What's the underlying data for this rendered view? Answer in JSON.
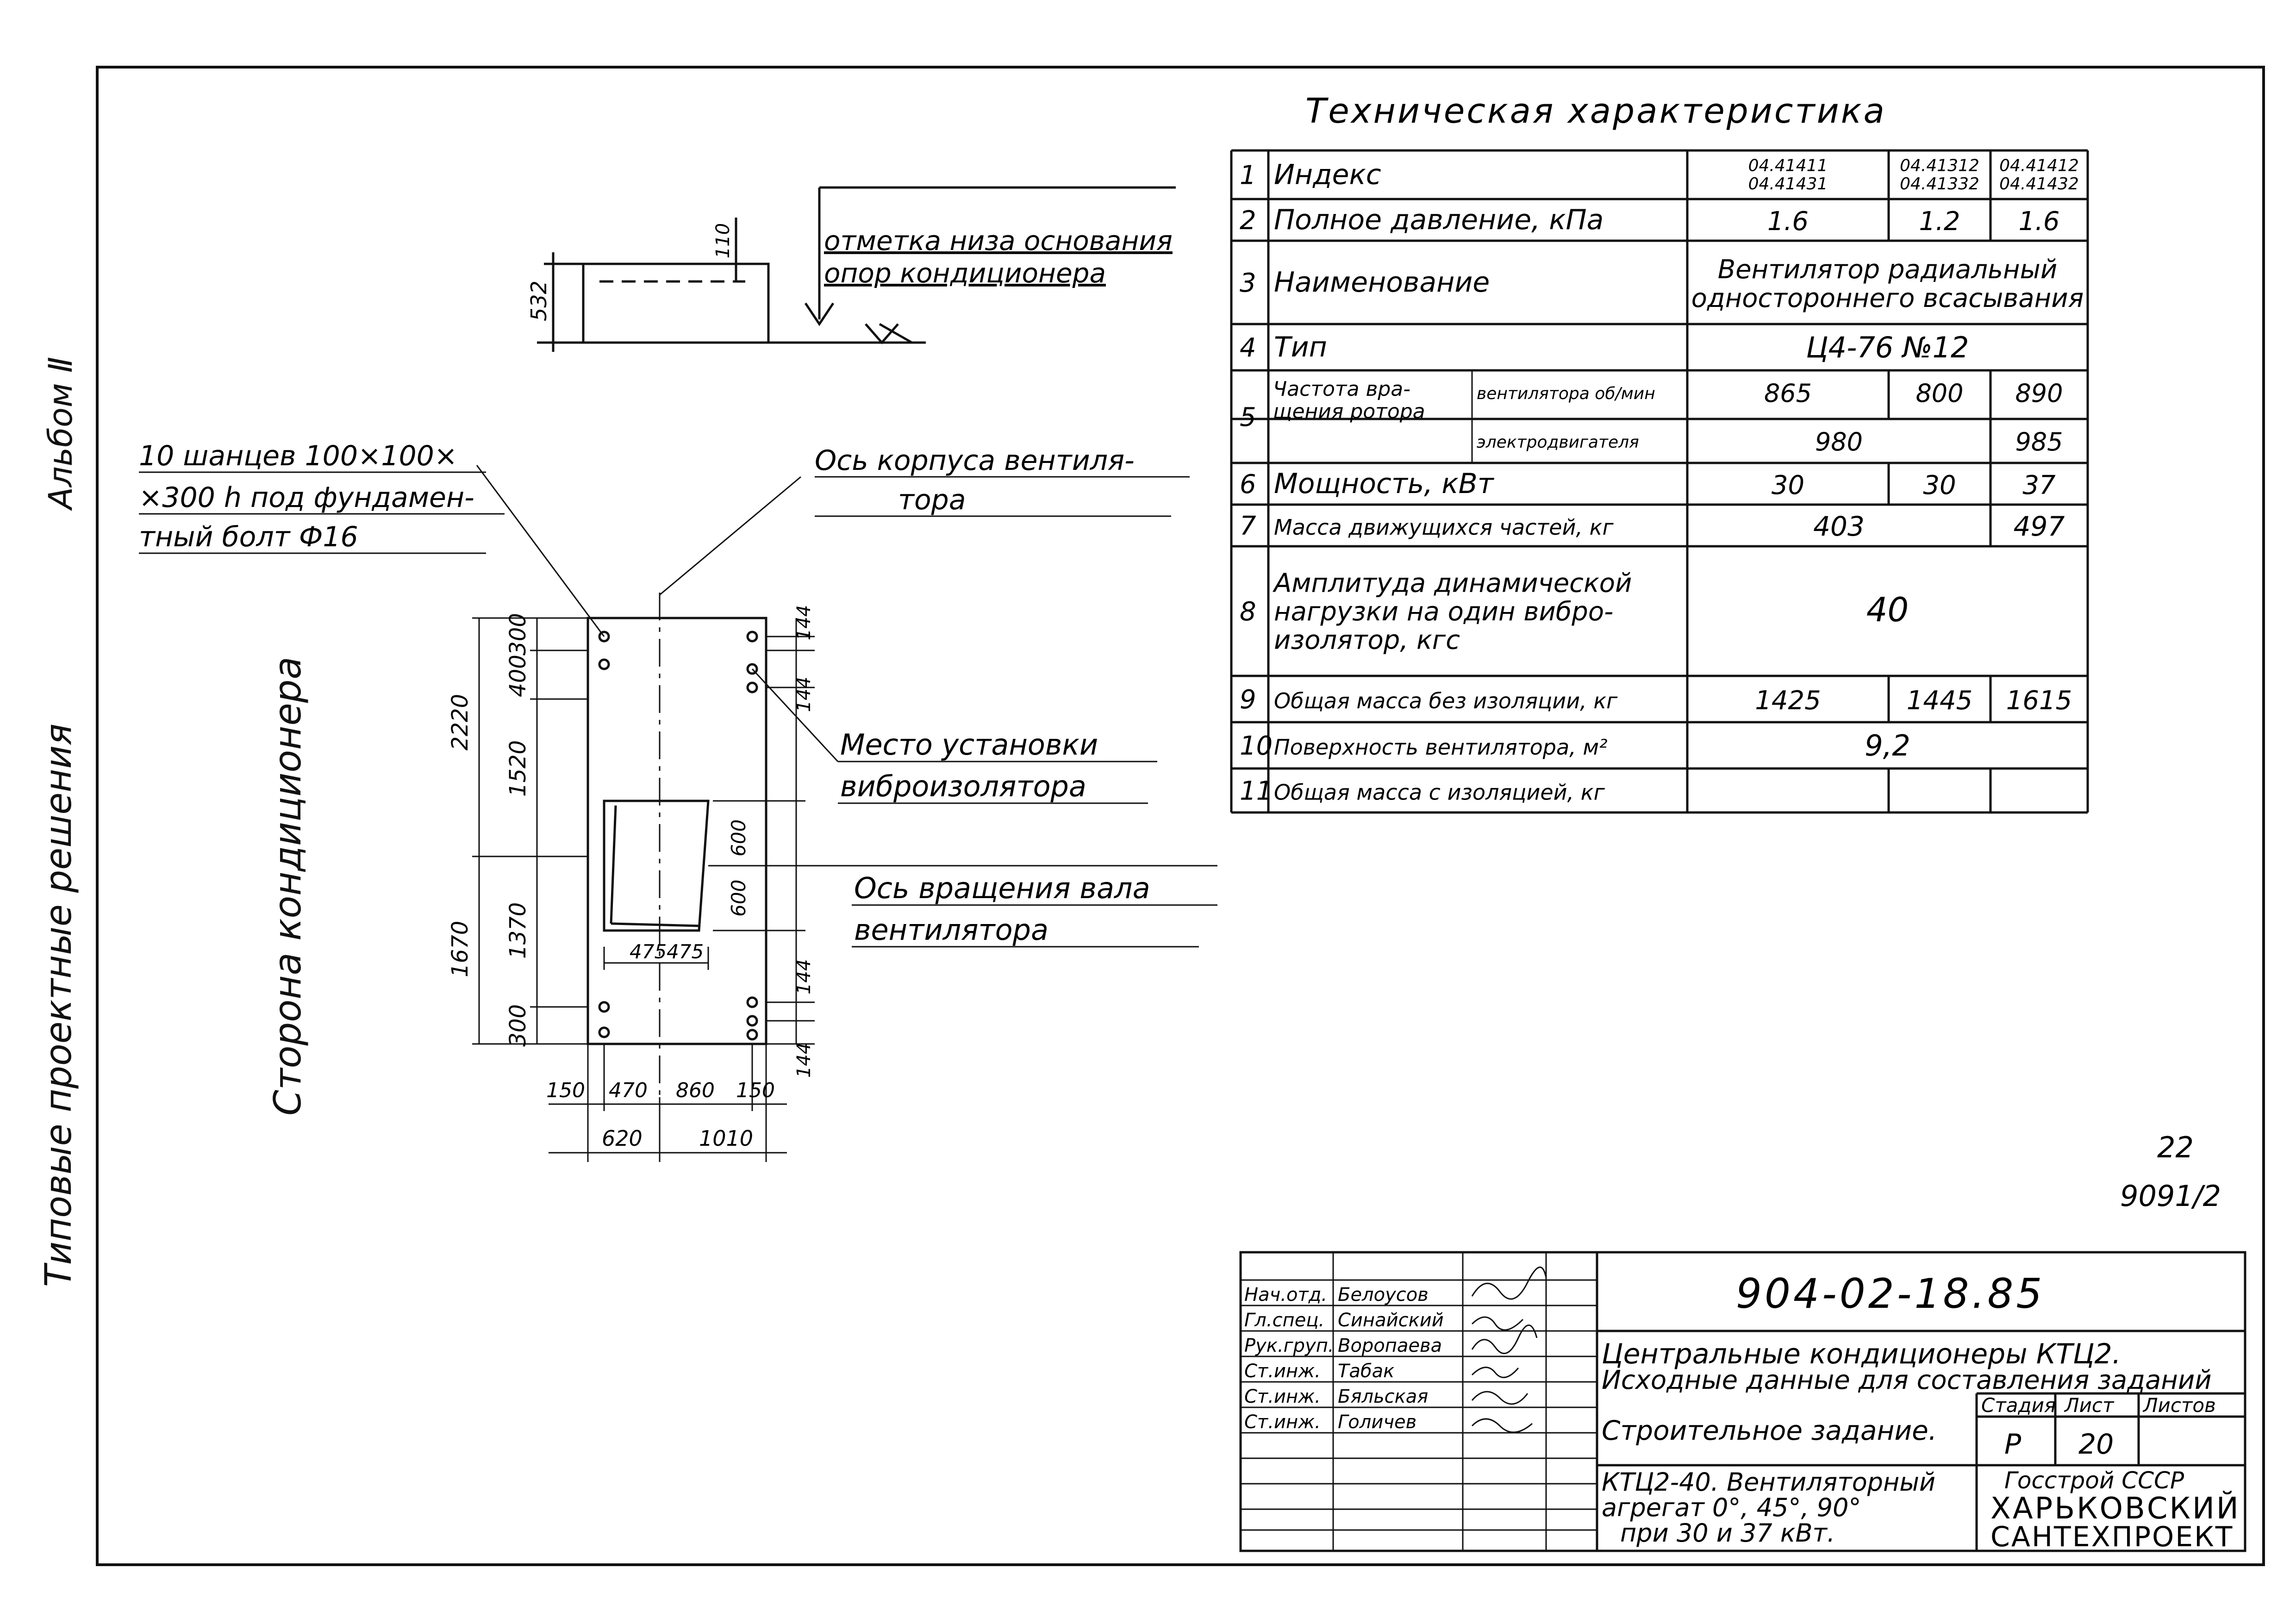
{
  "margins": {
    "album": "Альбом Ⅱ",
    "typical": "Типовые проектные решения"
  },
  "side_label": "Сторона кондиционера",
  "elevation": {
    "note_line1": "отметка низа основания",
    "note_line2": "опор кондиционера",
    "dim_height": "532",
    "dim_top": "110"
  },
  "plan": {
    "callout_anchors": [
      "10 шанцев  100×100×",
      "×300 h под фундамен-",
      "тный болт Ф16"
    ],
    "callout_axis": [
      "Ось корпуса вентиля-",
      "тора"
    ],
    "callout_isolator": [
      "Место установки",
      "виброизолятора"
    ],
    "callout_shaft": [
      "Ось вращения вала",
      "вентилятора"
    ],
    "dims_left_outer": [
      "2220",
      "1670"
    ],
    "dims_left_inner": [
      "300",
      "400",
      "1520",
      "1370",
      "300"
    ],
    "dims_right": [
      "144",
      "144",
      "600",
      "600",
      "144",
      "144"
    ],
    "dims_bottom_row1": [
      "150",
      "470",
      "860",
      "150"
    ],
    "dims_bottom_row2": [
      "620",
      "1010"
    ],
    "dims_inner": [
      "475",
      "475"
    ]
  },
  "spec": {
    "title": "Техническая характеристика",
    "rows": [
      {
        "n": "1",
        "label": "Индекс",
        "c1": "04.41411\n04.41431",
        "c2": "04.41312\n04.41332",
        "c3": "04.41412\n04.41432"
      },
      {
        "n": "2",
        "label": "Полное давление, кПа",
        "c1": "1.6",
        "c2": "1.2",
        "c3": "1.6"
      },
      {
        "n": "3",
        "label": "Наименование",
        "span": "Вентилятор радиальный\nодностороннего всасывания"
      },
      {
        "n": "4",
        "label": "Тип",
        "span": "Ц4-76  №12"
      },
      {
        "n": "5",
        "label": "Частота вра-\nщения ротора",
        "sub1": "вентилятора об/мин",
        "sub2": "электродвигателя",
        "c1": "865",
        "c2": "800",
        "c3": "890",
        "d12": "980",
        "d3": "985"
      },
      {
        "n": "6",
        "label": "Мощность, кВт",
        "c1": "30",
        "c2": "30",
        "c3": "37"
      },
      {
        "n": "7",
        "label": "Масса движущихся частей, кг",
        "c12": "403",
        "c3": "497"
      },
      {
        "n": "8",
        "label": "Амплитуда динамической\nнагрузки на один вибро-\nизолятор, кгс",
        "span": "40"
      },
      {
        "n": "9",
        "label": "Общая масса без изоляции, кг",
        "c1": "1425",
        "c2": "1445",
        "c3": "1615"
      },
      {
        "n": "10",
        "label": "Поверхность вентилятора, м²",
        "span": "9,2"
      },
      {
        "n": "11",
        "label": "Общая масса с изоляцией, кг",
        "c1": "",
        "c2": "",
        "c3": ""
      }
    ]
  },
  "sheet_refs": {
    "page": "22",
    "code": "9091/2"
  },
  "title_block": {
    "doc_code": "904-02-18.85",
    "title1": "Центральные кондиционеры  КТЦ2.",
    "title2": "Исходные данные для составления заданий",
    "task": "Строительное задание.",
    "desc1": "КТЦ2-40. Вентиляторный",
    "desc2": "агрегат 0°, 45°, 90°",
    "desc3": "при 30 и 37 кВт.",
    "stage_h": "Стадия",
    "sheet_h": "Лист",
    "sheets_h": "Листов",
    "stage": "Р",
    "sheet": "20",
    "sheets": "",
    "org1": "Госстрой СССР",
    "org2": "ХАРЬКОВСКИЙ",
    "org3": "САНТЕХПРОЕКТ",
    "staff": [
      {
        "role": "Нач.отд.",
        "name": "Белоусов"
      },
      {
        "role": "Гл.спец.",
        "name": "Синайский"
      },
      {
        "role": "Рук.груп.",
        "name": "Воропаева"
      },
      {
        "role": "Ст.инж.",
        "name": "Табак"
      },
      {
        "role": "Ст.инж.",
        "name": "Бяльская"
      },
      {
        "role": "Ст.инж.",
        "name": "Голичев"
      }
    ]
  }
}
